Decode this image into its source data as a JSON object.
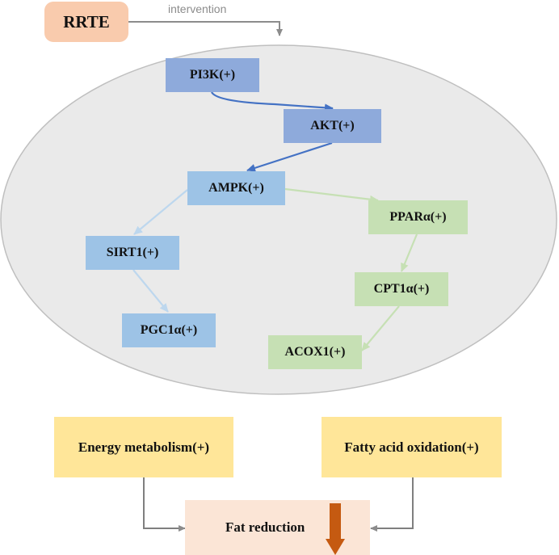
{
  "colors": {
    "rrte": "#f9cbad",
    "ellipse_fill": "#eaeaea",
    "ellipse_stroke": "#bfbfbf",
    "blue_dark": "#8eaadb",
    "blue_light": "#9dc3e6",
    "green": "#c6e0b4",
    "yellow": "#ffe699",
    "fat": "#fbe5d6",
    "down_arrow": "#c55a11",
    "line_gray": "#7f7f7f"
  },
  "intervention_label": "intervention",
  "nodes": {
    "rrte": "RRTE",
    "pi3k": "PI3K(+)",
    "akt": "AKT(+)",
    "ampk": "AMPK(+)",
    "sirt1": "SIRT1(+)",
    "pgc1a": "PGC1α(+)",
    "ppara": "PPARα(+)",
    "cpt1a": "CPT1α(+)",
    "acox1": "ACOX1(+)",
    "energy": "Energy metabolism(+)",
    "fatty": "Fatty acid oxidation(+)",
    "fat_reduction": "Fat reduction"
  }
}
